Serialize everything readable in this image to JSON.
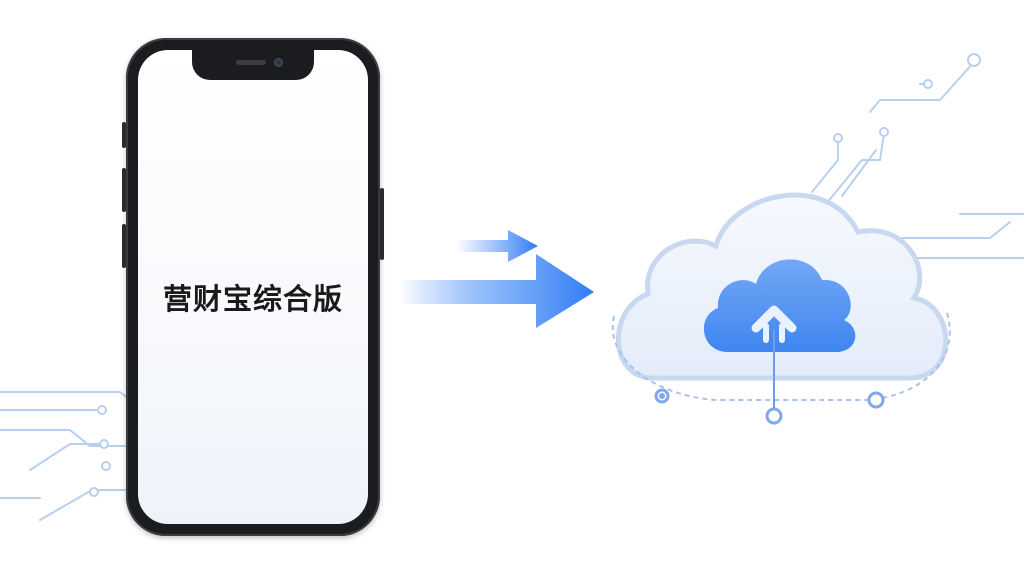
{
  "phone": {
    "app_name": "营财宝综合版"
  },
  "icons": [
    "circuit-lines",
    "transfer-arrow",
    "cloud-icon",
    "upload-arrow-icon"
  ],
  "colors": {
    "accent_blue": "#3b82f6",
    "light_blue": "#8fb8ee",
    "phone_frame": "#1b1c1f"
  }
}
